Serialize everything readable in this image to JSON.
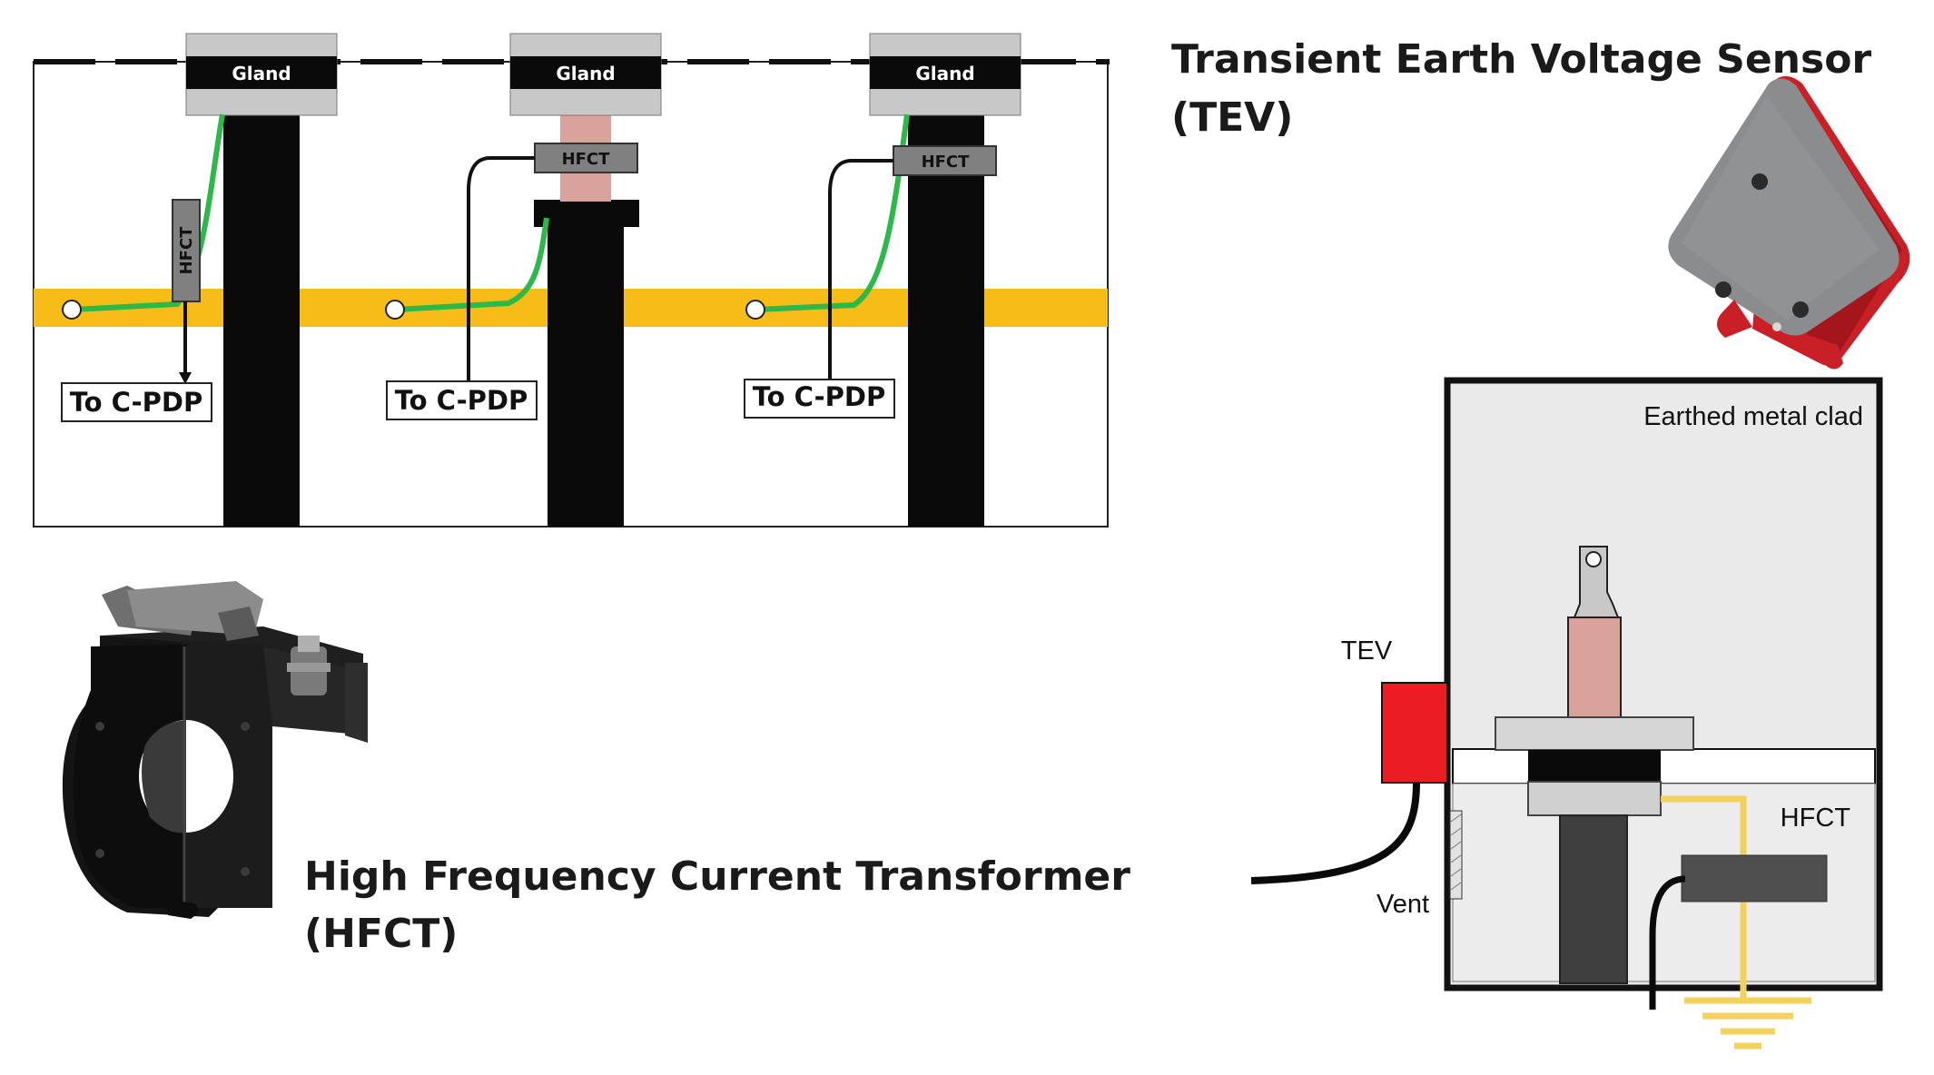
{
  "top_diagram": {
    "glands": [
      "Gland",
      "Gland",
      "Gland"
    ],
    "hfct_vertical_label": "HFCT",
    "hfct_labels": [
      "HFCT",
      "HFCT"
    ],
    "to_cpdp_labels": [
      "To C-PDP",
      "To C-PDP",
      "To C-PDP"
    ]
  },
  "tev_section": {
    "title_line1": "Transient Earth Voltage Sensor",
    "title_line2": "(TEV)"
  },
  "hfct_section": {
    "title_line1": "High Frequency Current Transformer",
    "title_line2": "(HFCT)"
  },
  "switchgear_diagram": {
    "enclosure_label": "Earthed metal clad",
    "tev_label": "TEV",
    "vent_label": "Vent",
    "hfct_label": "HFCT"
  },
  "colors": {
    "earth_bar": "#f7bd17",
    "earth_wire": "#2db84a",
    "cable": "#0a0a0a",
    "gland_grey": "#c8c8c8",
    "bushing_pink": "#d9a39b",
    "hfct_grey": "#808080",
    "tev_red": "#ec1c24",
    "earth_yellow": "#f2d15c"
  },
  "icons": [
    "hfct-clamp-icon",
    "tev-sensor-icon",
    "earth-ground-icon"
  ]
}
